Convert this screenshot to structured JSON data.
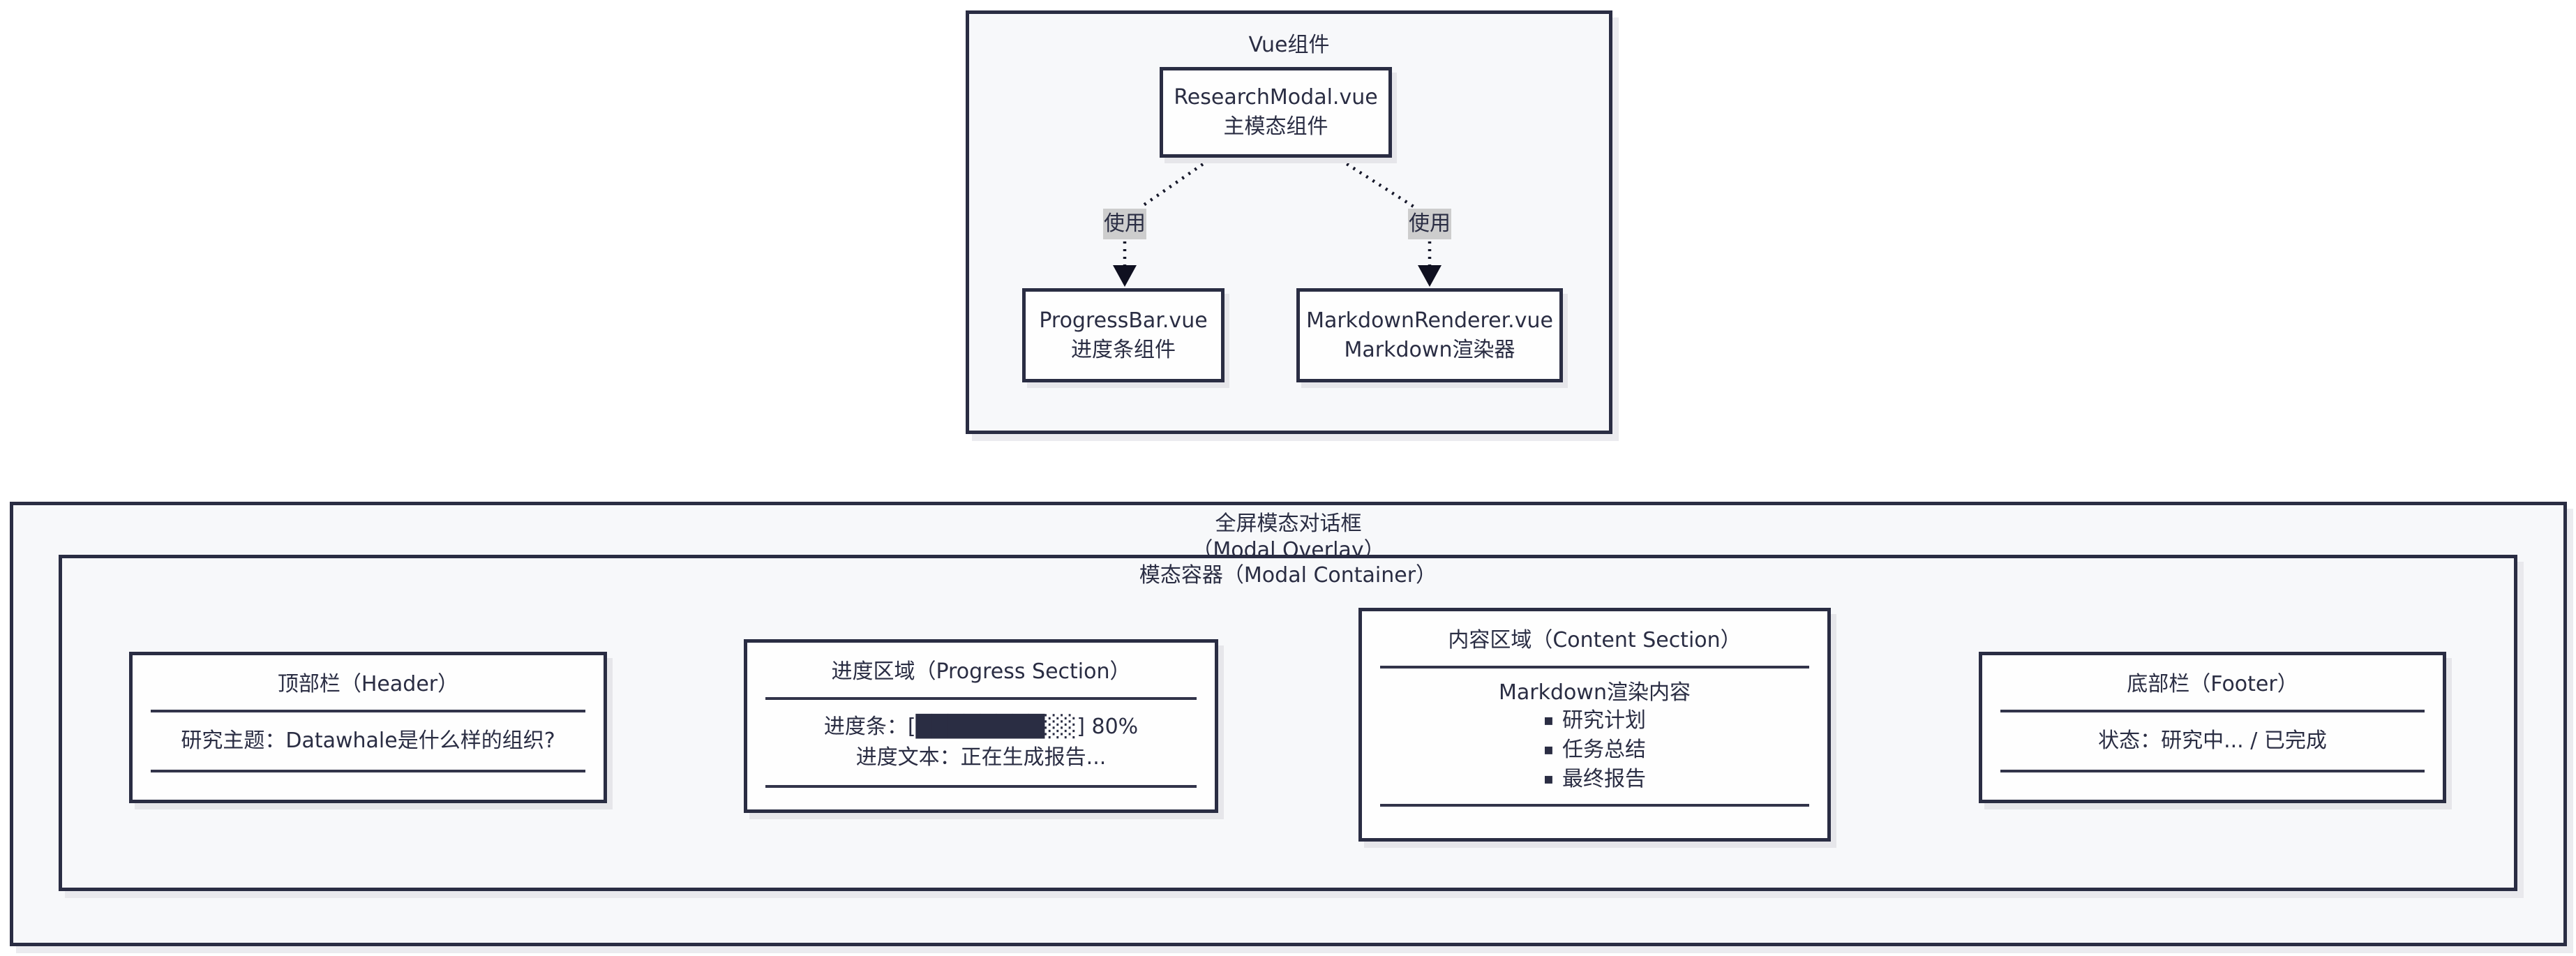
{
  "diagram": {
    "vue": {
      "title": "Vue组件",
      "main_node": {
        "line1": "ResearchModal.vue",
        "line2": "主模态组件"
      },
      "progress_node": {
        "line1": "ProgressBar.vue",
        "line2": "进度条组件"
      },
      "markdown_node": {
        "line1": "MarkdownRenderer.vue",
        "line2": "Markdown渲染器"
      },
      "edge_labels": [
        "使用",
        "使用"
      ]
    },
    "overlay": {
      "title_line1": "全屏模态对话框",
      "title_line2": "（Modal Overlay）",
      "container": {
        "title": "模态容器（Modal Container）",
        "header": {
          "title": "顶部栏（Header）",
          "body": "研究主题：Datawhale是什么样的组织?"
        },
        "progress": {
          "title": "进度区域（Progress Section）",
          "bar_line": "进度条：[████████░░] 80%",
          "text_line": "进度文本：正在生成报告..."
        },
        "content": {
          "title": "内容区域（Content Section）",
          "body": "Markdown渲染内容",
          "bullet": "▪",
          "items": [
            "研究计划",
            "任务总结",
            "最终报告"
          ]
        },
        "footer": {
          "title": "底部栏（Footer）",
          "body": "状态：研究中... / 已完成"
        }
      }
    }
  },
  "colors": {
    "border_navy": "#2a2d43",
    "node_fill": "#fefefe",
    "subgraph_fill": "#f7f8fa",
    "edge_label_bg": "#cdcdcd",
    "arrow_black": "#0f1020",
    "shadow_gray": "#e6e6ea"
  }
}
